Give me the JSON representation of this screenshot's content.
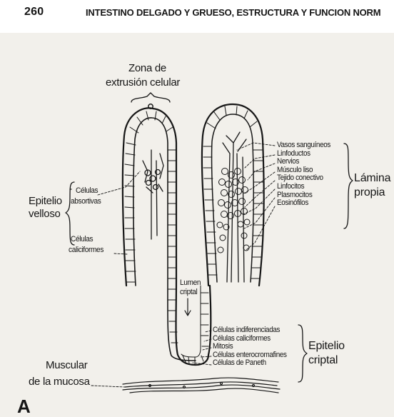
{
  "header": {
    "page_number": "260",
    "running_title": "INTESTINO DELGADO Y GRUESO, ESTRUCTURA Y FUNCION NORM"
  },
  "figure": {
    "extrusion_zone": [
      "Zona de",
      "extrusión celular"
    ],
    "epitelio_velloso": [
      "Epitelio",
      "velloso"
    ],
    "celulas_absortivas": [
      "Células",
      "absortivas"
    ],
    "celulas_caliciformes": [
      "Células",
      "caliciformes"
    ],
    "lumen_criptal": [
      "Lumen",
      "criptal"
    ],
    "lamina_propia": {
      "title": [
        "Lámina",
        "propia"
      ],
      "items": [
        "Vasos sanguíneos",
        "Linfoductos",
        "Nervios",
        "Músculo liso",
        "Tejido conectivo",
        "Linfocitos",
        "Plasmocitos",
        "Eosinófilos"
      ]
    },
    "epitelio_criptal": {
      "title": [
        "Epitelio",
        "criptal"
      ],
      "items": [
        "Células indiferenciadas",
        "Células caliciformes",
        "Mitosis",
        "Células enterocromafines",
        "Células de Paneth"
      ]
    },
    "muscular_mucosa": [
      "Muscular",
      "de la mucosa"
    ],
    "panel_letter": "A"
  },
  "colors": {
    "ink": "#161616",
    "paper": "#f2f0eb",
    "header_bg": "#ffffff"
  }
}
